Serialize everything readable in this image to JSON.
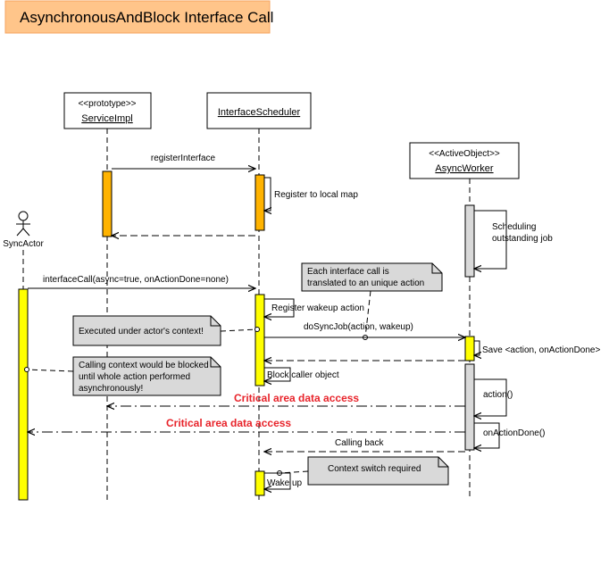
{
  "title": "AsynchronousAndBlock Interface Call",
  "lifelines": {
    "service_impl": {
      "stereotype": "<<prototype>>",
      "name": "ServiceImpl"
    },
    "interface_scheduler": {
      "name": "InterfaceScheduler"
    },
    "async_worker": {
      "stereotype": "<<ActiveObject>>",
      "name": "AsyncWorker"
    },
    "sync_actor": {
      "name": "SyncActor"
    }
  },
  "messages": {
    "register_interface": "registerInterface",
    "register_local_map": "Register to local map",
    "scheduling_line1": "Scheduling",
    "scheduling_line2": "outstanding job",
    "interface_call": "interfaceCall(async=true, onActionDone=none)",
    "register_wakeup": "Register wakeup action",
    "do_sync_job": "doSyncJob(action, wakeup)",
    "save": "Save <action, onActionDone>",
    "block_caller": "Block caller object",
    "action": "action()",
    "on_action_done": "onActionDone()",
    "calling_back": "Calling back",
    "wake_up": "Wake up"
  },
  "critical": {
    "label": "Critical area data access",
    "color": "#e8242b"
  },
  "notes": {
    "translated_line1": "Each interface call is",
    "translated_line2": "translated to an unique action",
    "executed": "Executed under actor's context!",
    "blocked_line1": "Calling context would be blocked",
    "blocked_line2": "until whole action performed",
    "blocked_line3": "asynchronously!",
    "context_switch": "Context switch required"
  },
  "colors": {
    "title_fill": "#ffc58a",
    "orange_activation": "#ffb300",
    "yellow_activation": "#ffff00",
    "grey_activation": "#d9d9d9",
    "note_fill": "#d9d9d9"
  }
}
